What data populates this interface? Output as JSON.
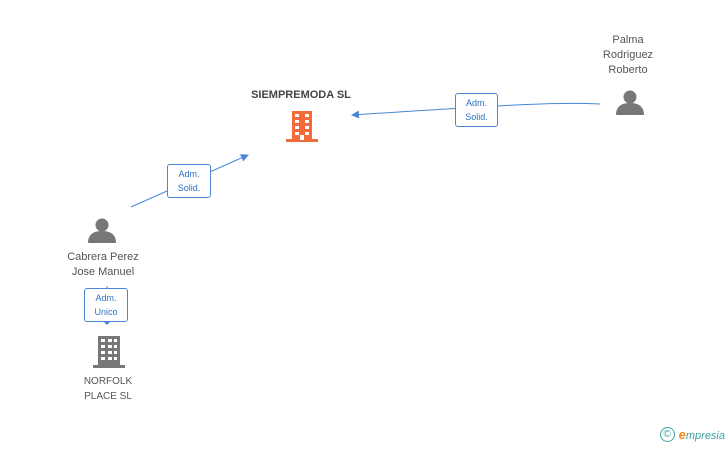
{
  "nodes": {
    "main_company": {
      "name": "SIEMPREMODA SL",
      "color": "#f26b3a"
    },
    "person_right": {
      "name": "Palma Rodriguez Roberto"
    },
    "person_left": {
      "name": "Cabrera Perez Jose Manuel"
    },
    "company_bottom": {
      "name": "NORFOLK PLACE SL",
      "color": "#777777"
    }
  },
  "edges": {
    "right_to_main": {
      "line1": "Adm.",
      "line2": "Solid."
    },
    "left_to_main": {
      "line1": "Adm.",
      "line2": "Solid."
    },
    "left_to_bottom": {
      "line1": "Adm.",
      "line2": "Unico"
    }
  },
  "colors": {
    "edge": "#4a86d8",
    "person": "#777777"
  },
  "footer": {
    "copyright_symbol": "©",
    "brand_initial": "e",
    "brand_rest": "mpresia"
  }
}
